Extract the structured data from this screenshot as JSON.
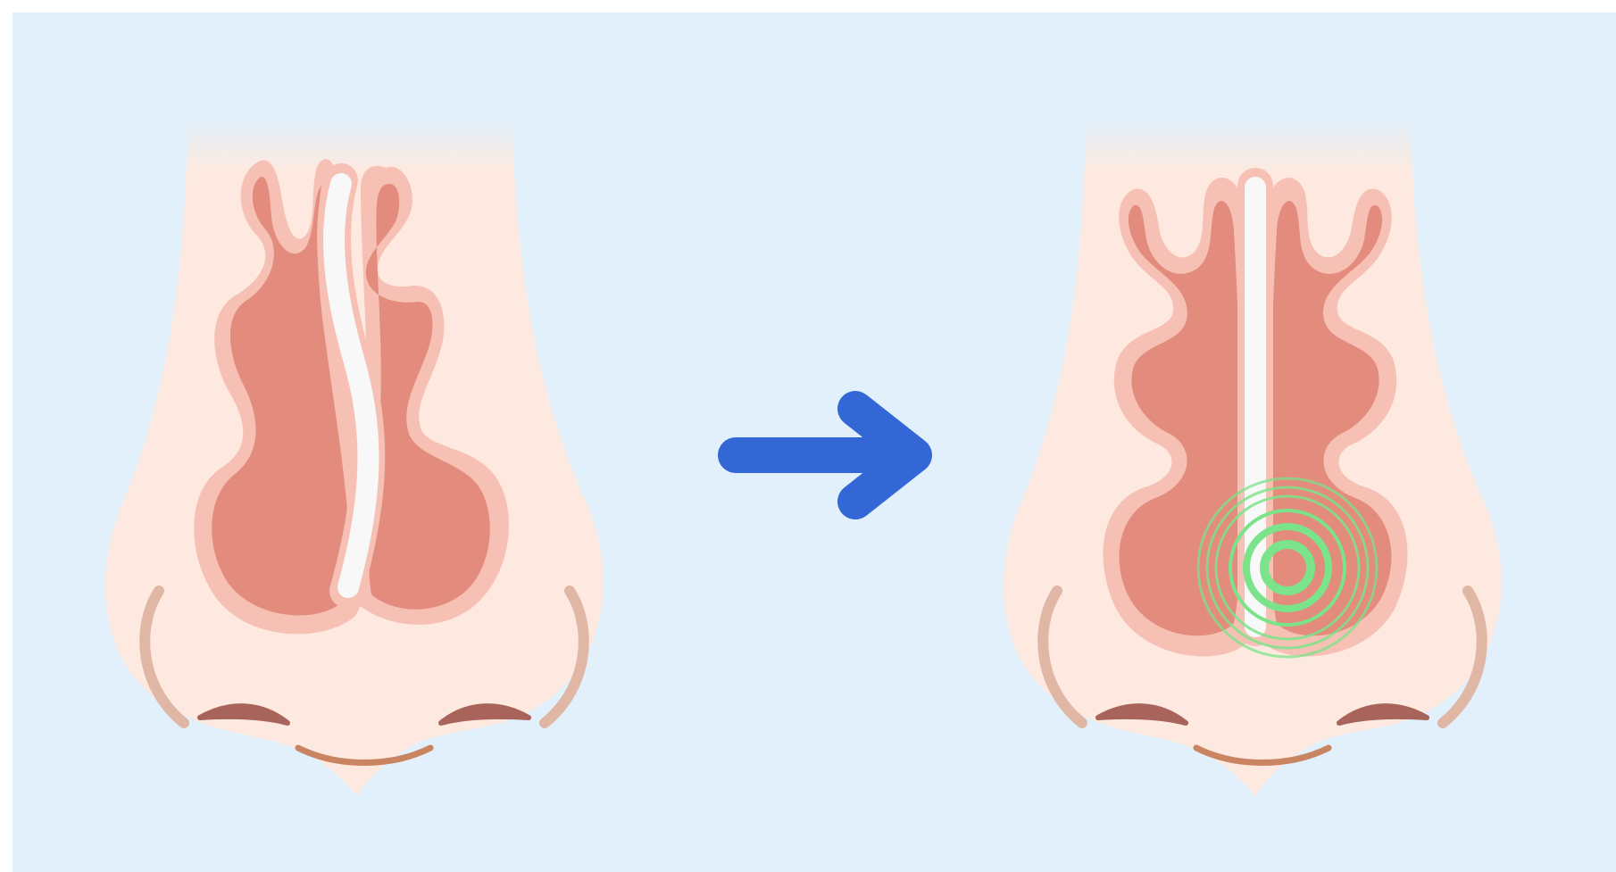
{
  "diagram": {
    "panels": [
      {
        "id": "before",
        "septum": "deviated",
        "treatment_marker": false
      },
      {
        "id": "after",
        "septum": "straight",
        "treatment_marker": true
      }
    ],
    "connector": {
      "direction": "right",
      "icon": "arrow-right-icon"
    },
    "colors": {
      "background": "#e1f0fb",
      "skin": "#fde9df",
      "turbinate_outer": "#f6c1b4",
      "turbinate_inner": "#e38b7c",
      "septum": "#f8f8f8",
      "nostril": "#a8645a",
      "lip": "#c98462",
      "contour": "#dfb7a4",
      "arrow": "#3367d6",
      "target": "#7be389"
    }
  }
}
